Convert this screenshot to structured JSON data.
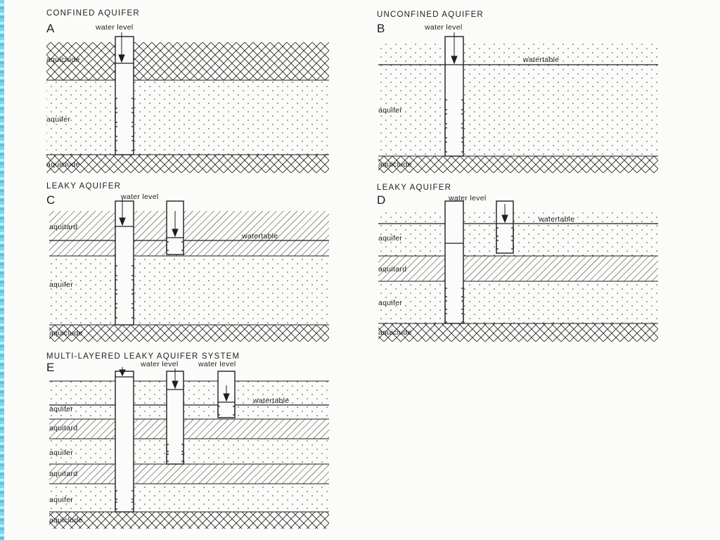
{
  "panels": [
    {
      "id": "A",
      "title": "CONFINED AQUIFER",
      "letter": "A",
      "layers": [
        {
          "kind": "aquiclude",
          "label": "aquiclude"
        },
        {
          "kind": "aquifer",
          "label": "aquifer"
        },
        {
          "kind": "aquiclude",
          "label": "aquiclude"
        }
      ],
      "wells": [
        {
          "label": "water level"
        }
      ]
    },
    {
      "id": "B",
      "title": "UNCONFINED AQUIFER",
      "letter": "B",
      "layers": [
        {
          "kind": "aquifer",
          "label": "aquifer"
        },
        {
          "kind": "aquiclude",
          "label": "aquiclude"
        }
      ],
      "watertable_label": "watertable",
      "wells": [
        {
          "label": "water level"
        }
      ]
    },
    {
      "id": "C",
      "title": "LEAKY AQUIFER",
      "letter": "C",
      "layers": [
        {
          "kind": "aquitard",
          "label": "aquitard"
        },
        {
          "kind": "aquifer",
          "label": "aquifer"
        },
        {
          "kind": "aquiclude",
          "label": "aquiclude"
        }
      ],
      "watertable_label": "watertable",
      "wells": [
        {
          "label": "water level"
        }
      ]
    },
    {
      "id": "D",
      "title": "LEAKY AQUIFER",
      "letter": "D",
      "layers": [
        {
          "kind": "aquifer",
          "label": "aquifer"
        },
        {
          "kind": "aquitard",
          "label": "aquitard"
        },
        {
          "kind": "aquifer",
          "label": "aquifer"
        },
        {
          "kind": "aquiclude",
          "label": "aquiclude"
        }
      ],
      "watertable_label": "watertable",
      "wells": [
        {
          "label": "water level"
        }
      ]
    },
    {
      "id": "E",
      "title": "MULTI-LAYERED LEAKY AQUIFER SYSTEM",
      "letter": "E",
      "layers": [
        {
          "kind": "aquifer",
          "label": "aquifer"
        },
        {
          "kind": "aquitard",
          "label": "aquitard"
        },
        {
          "kind": "aquifer",
          "label": "aquifer"
        },
        {
          "kind": "aquitard",
          "label": "aquitard"
        },
        {
          "kind": "aquifer",
          "label": "aquifer"
        },
        {
          "kind": "aquiclude",
          "label": "aquiclude"
        }
      ],
      "watertable_label": "watertable",
      "wells": [
        {
          "label": "water level"
        },
        {
          "label": "water level"
        }
      ]
    }
  ]
}
